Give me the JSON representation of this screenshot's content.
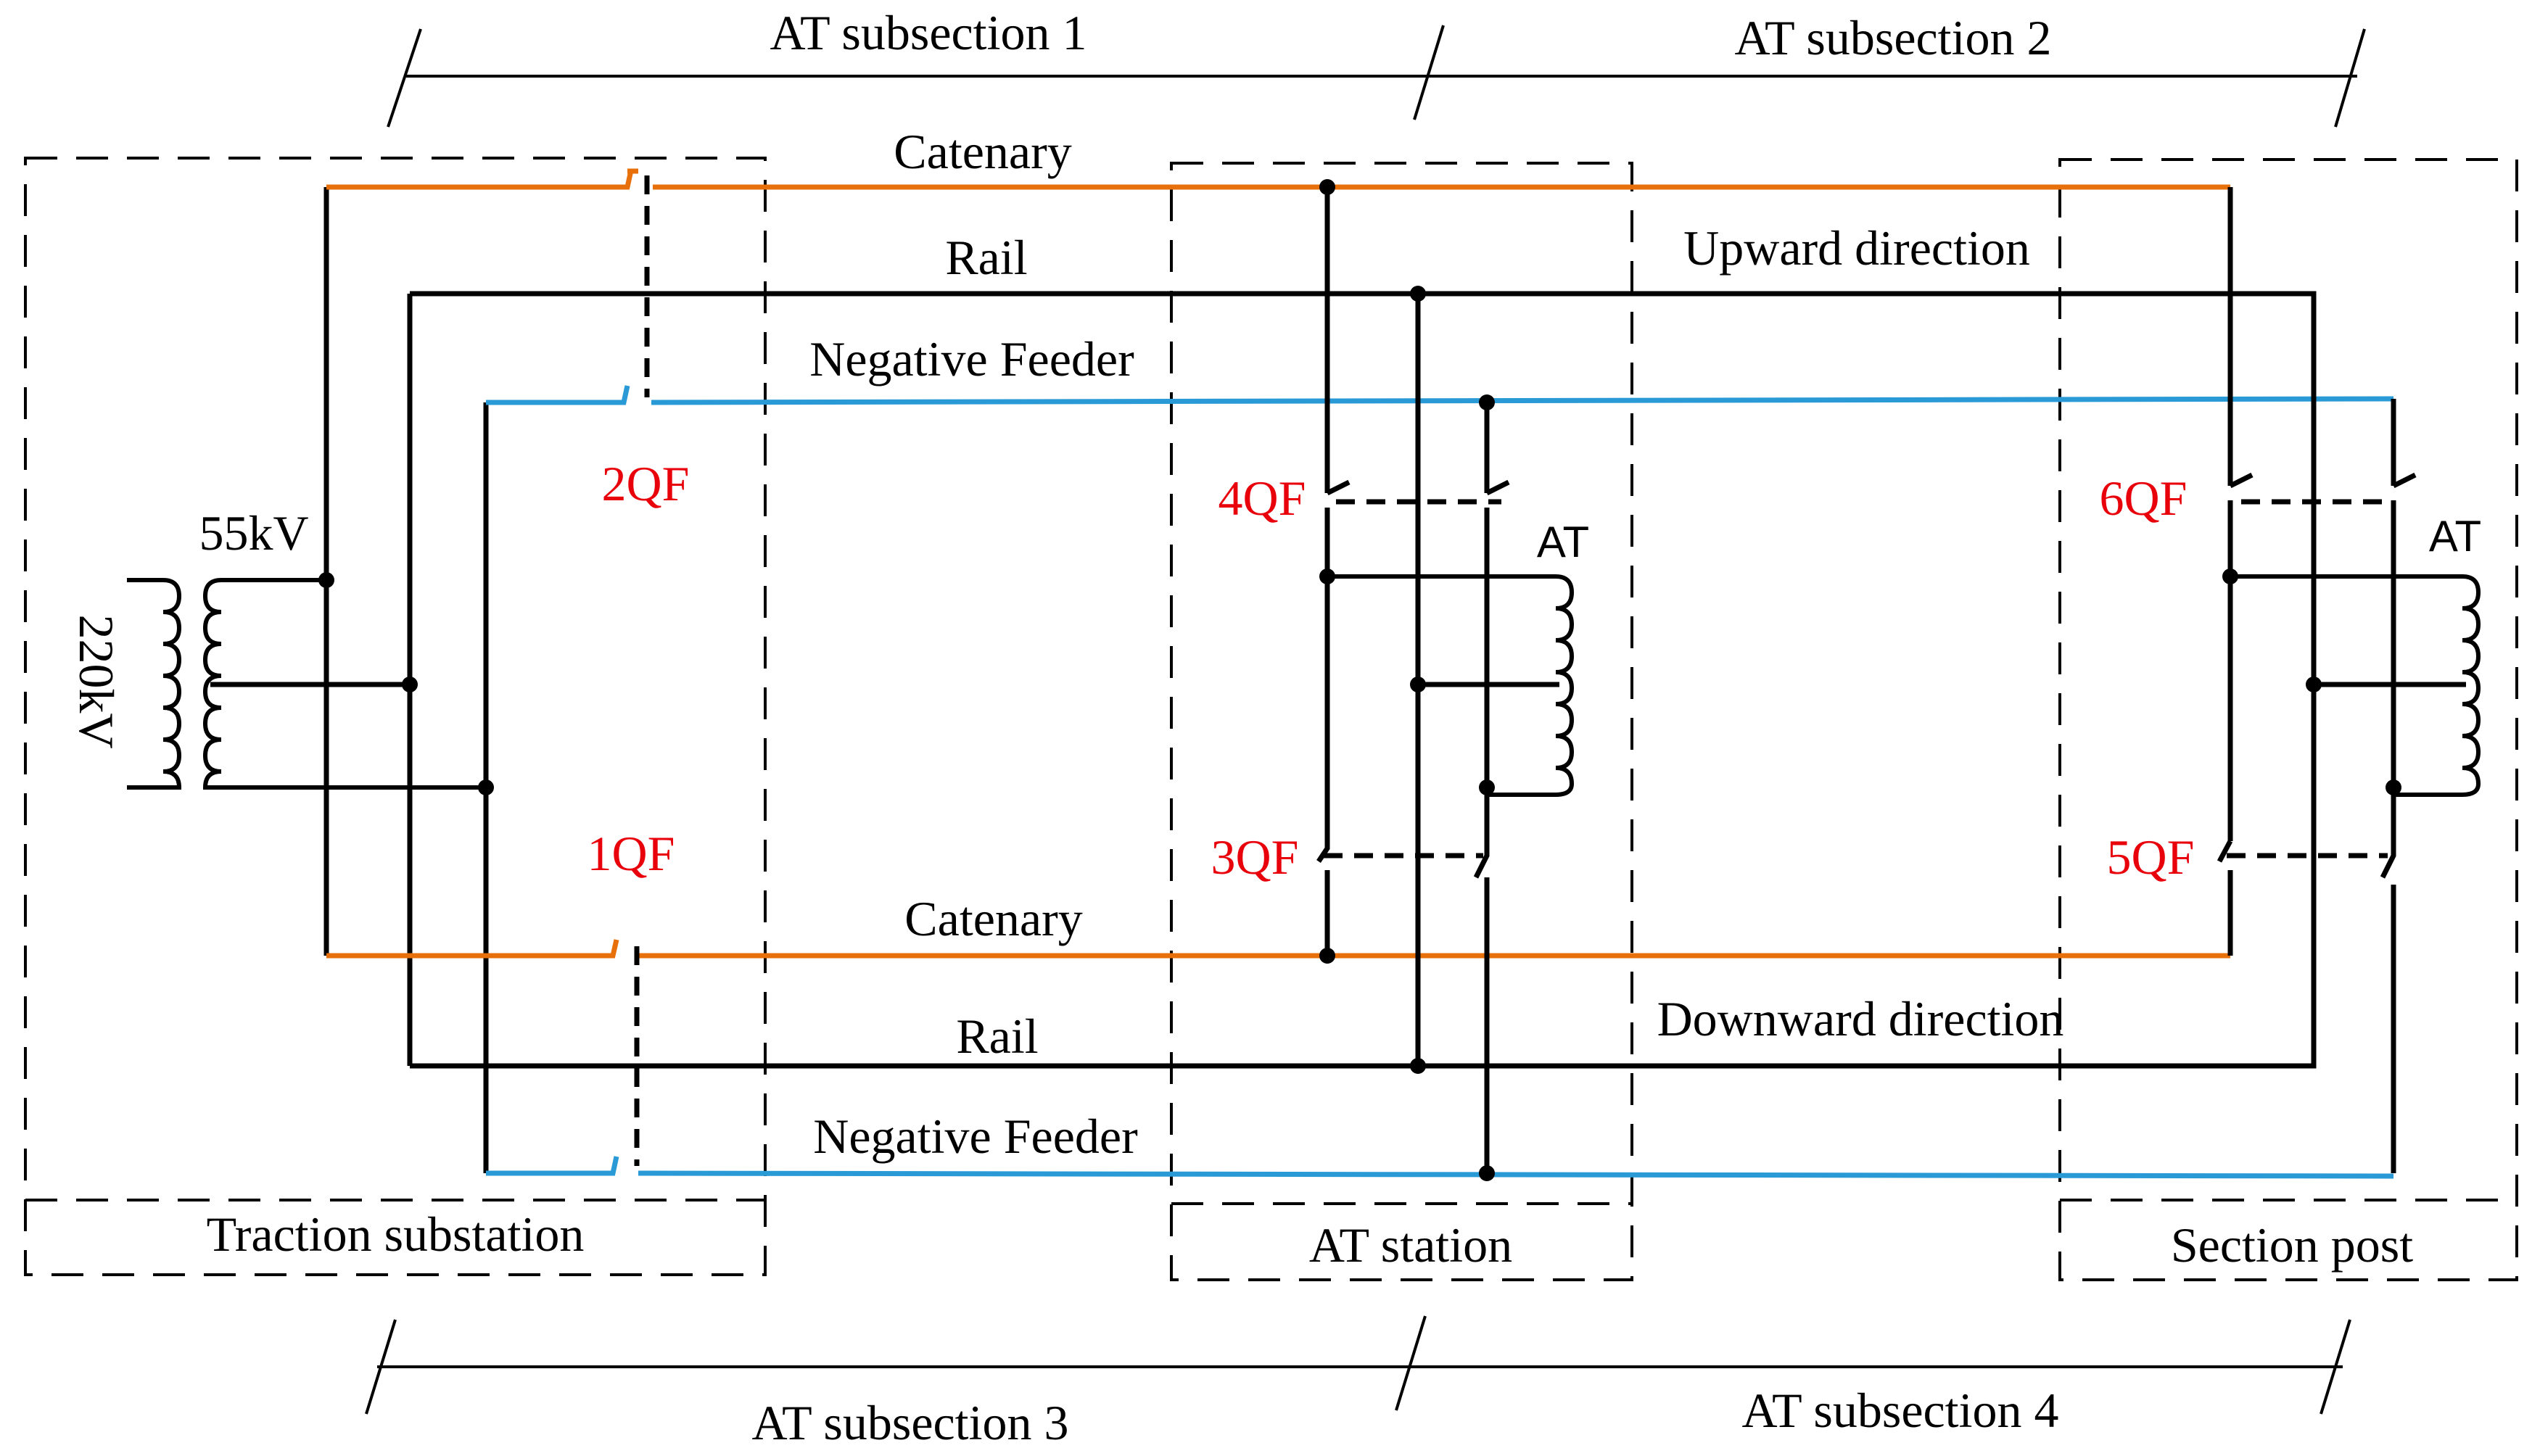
{
  "subsections": {
    "s1": "AT subsection 1",
    "s2": "AT subsection 2",
    "s3": "AT subsection 3",
    "s4": "AT subsection 4"
  },
  "lines": {
    "catenary_up": "Catenary",
    "rail_up": "Rail",
    "negative_feeder_up": "Negative Feeder",
    "upward_direction": "Upward direction",
    "catenary_down": "Catenary",
    "rail_down": "Rail",
    "negative_feeder_down": "Negative Feeder",
    "downward_direction": "Downward direction"
  },
  "stations": {
    "traction_substation": "Traction substation",
    "at_station": "AT station",
    "section_post": "Section post"
  },
  "transformer": {
    "primary_voltage": "220kV",
    "secondary_voltage": "55kV"
  },
  "breakers": {
    "qf1": "1QF",
    "qf2": "2QF",
    "qf3": "3QF",
    "qf4": "4QF",
    "qf5": "5QF",
    "qf6": "6QF"
  },
  "autotransformers": {
    "at1": "AT",
    "at2": "AT"
  },
  "colors": {
    "catenary": "#e8700a",
    "negative_feeder": "#2a9ad6",
    "breaker_label": "#e8000b",
    "rail": "#000000"
  }
}
